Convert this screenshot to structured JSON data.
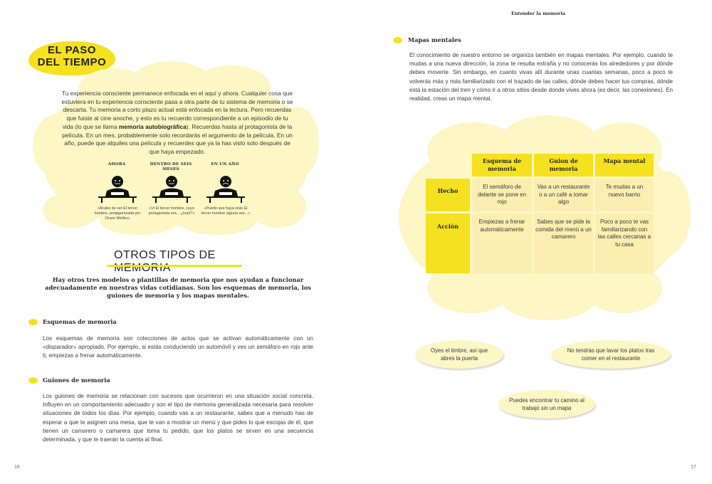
{
  "left_page": {
    "title_badge": [
      "EL PASO",
      "DEL TIEMPO"
    ],
    "intro_pre": "Tu experiencia consciente permanece enfocada en el aquí y ahora. Cualquier cosa que estuviera en tu experiencia consciente pasa a otra parte de tu sistema de memoria o se descarta. Tu memoria a corto plazo actual está enfocada en la lectura. Pero recuerdas que fuiste al cine anoche, y esto es tu recuerdo correspondiente a un episodio de tu vida (lo que se llama ",
    "intro_bold": "memoria autobiográfica",
    "intro_post": "). Recuerdas hasta al protagonista de la película. En un mes, probablemente solo recordarás el argumento de la película. En un año, puede que alquiles una película y recuerdes que ya la has visto solo después de que haya empezado.",
    "timeline": [
      {
        "head": "AHORA",
        "face": "neutral",
        "quote": "«Acabo de ver El tercer hombre, protagonizada por Orson Welles»"
      },
      {
        "head": "DENTRO DE SEIS MESES",
        "face": "neutral",
        "quote": "«Vi El tercer hombre, cuyo protagonista era... ¿hum?»"
      },
      {
        "head": "EN UN AÑO",
        "face": "sad",
        "quote": "«Puede que haya visto El tercer hombre alguna vez...»"
      }
    ],
    "section_title": "OTROS TIPOS DE MEMORIA",
    "lead": "Hay otros tres modelos o plantillas de memoria que nos ayudan a funcionar adecuadamente en nuestras vidas cotidianas. Son los esquemas de memoria, los guiones de memoria y los mapas mentales.",
    "esquemas_head": "Esquemas de memoria",
    "esquemas_text": "Los esquemas de memoria son colecciones de actos que se activan automáticamente con un «disparador» apropiado. Por ejemplo, si estás conduciendo un automóvil y ves un semáforo en rojo ante ti, empiezas a frenar automáticamente.",
    "guiones_head": "Guiones de memoria",
    "guiones_text": "Los guiones de memoria se relacionan con sucesos que ocurrieron en una situación social concreta. Influyen en un comportamiento adecuado y son el tipo de memoria generalizada necesaria para resolver situaciones de todos los días. Por ejemplo, cuando vas a un restaurante, sabes que a menudo has de esperar a que te asignen una mesa, que te van a mostrar un menú y que pides lo que escojas de él, que tienen un camarero o camarera que toma tu pedido, que los platos se sirven en una secuencia determinada, y que te traerán la cuenta al final.",
    "page_number": "16"
  },
  "right_page": {
    "running_head": "Entender la memoria",
    "mapas_head": "Mapas mentales",
    "mapas_text": "El conocimiento de nuestro entorno se organiza también en mapas mentales. Por ejemplo, cuando te mudas a una nueva dirección, la zona te resulta extraña y no conocerás los alrededores y por dónde debes moverte. Sin embargo, en cuanto vivas allí durante unas cuantas semanas, poco a poco te volverás más y más familiarizado con el trazado de las calles, dónde debes hacer tus compras, dónde está la estación del tren y cómo ir a otros sitios desde donde vives ahora (es decir, las conexiones). En realidad, creas un mapa mental.",
    "table": {
      "columns": [
        "Esquema de memoria",
        "Guion de memoria",
        "Mapa mental"
      ],
      "rows": [
        {
          "label": "Hecho",
          "cells": [
            "El semáforo de delante se pone en rojo",
            "Vas a un restaurante o a un café a tomar algo",
            "Te mudas a un nuevo barrio"
          ]
        },
        {
          "label": "Acción",
          "cells": [
            "Empiezas a frenar automáticamente",
            "Sabes que se pide la comida del menú a un camarero",
            "Poco a poco te vas familiarizando con las calles cercanas a tu casa"
          ]
        }
      ]
    },
    "bubbles": [
      "Oyes el timbre, así que abres la puerta",
      "No tendrás que lavar los platos tras comer en el restaurante",
      "Puedes encontrar tu camino al trabajo sin un mapa"
    ],
    "page_number": "17"
  },
  "colors": {
    "accent_yellow": "#f5e11f",
    "cloud_cream": "#fdf6c5",
    "table_pale": "#fbeeb0"
  }
}
